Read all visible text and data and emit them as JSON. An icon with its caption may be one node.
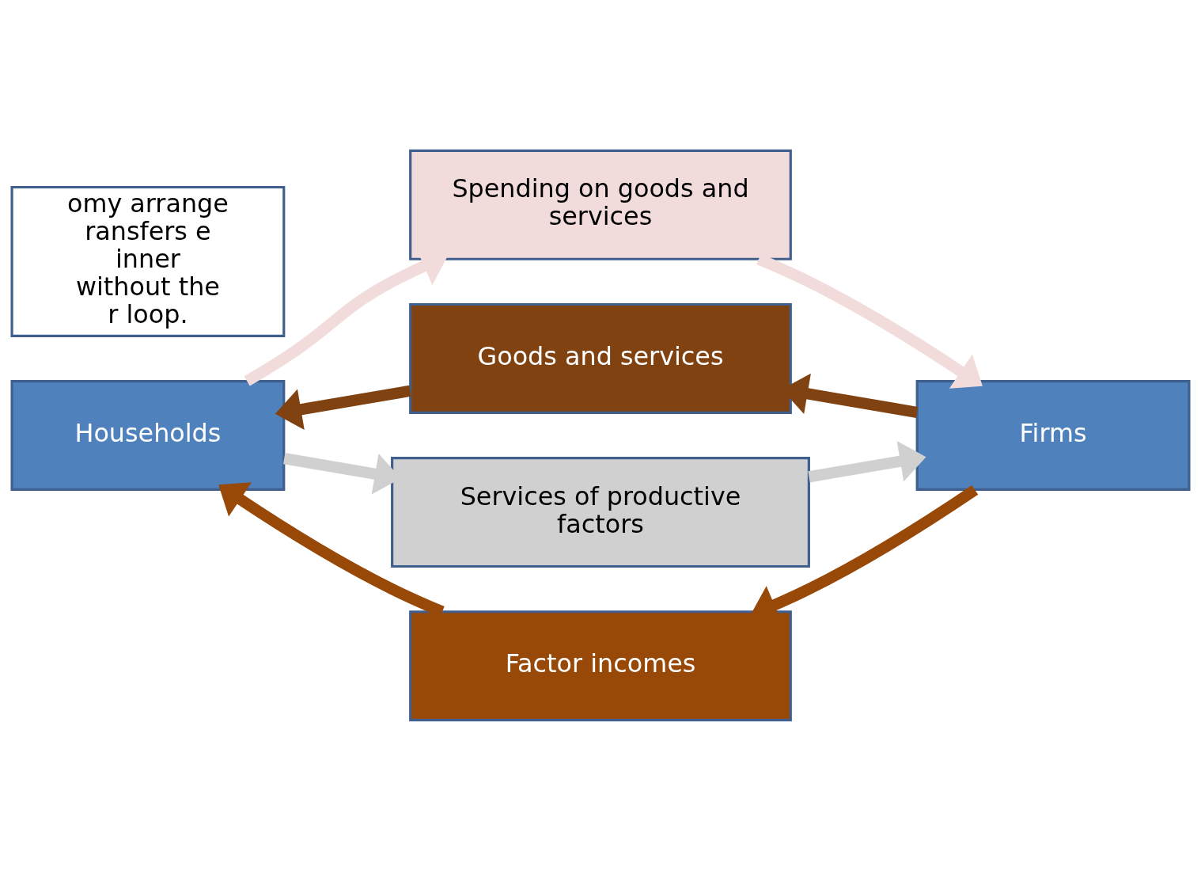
{
  "diagram": {
    "nodes": [
      {
        "text": [
          "omy arrange ransfers e inner without the r loop."
        ]
      },
      {
        "text": [
          "Spending on goods and services"
        ]
      },
      {
        "text": [
          "Goods and services"
        ]
      },
      {
        "text": [
          "Households"
        ]
      },
      {
        "text": [
          "Firms"
        ]
      },
      {
        "text": [
          "Services of productive factors"
        ]
      },
      {
        "text": [
          "Factor incomes"
        ]
      }
    ],
    "edges": [
      {
        "from": 3,
        "to": 1,
        "arrow": "to",
        "color": "#f2dcdb"
      },
      {
        "from": 1,
        "to": 4,
        "arrow": "to",
        "color": "#f2dcdb"
      },
      {
        "from": 4,
        "to": 2,
        "arrow": "to",
        "color": "#7f4210"
      },
      {
        "from": 2,
        "to": 3,
        "arrow": "to",
        "color": "#7f4210"
      },
      {
        "from": 3,
        "to": 5,
        "arrow": "to",
        "color": "#d0d0d0"
      },
      {
        "from": 5,
        "to": 4,
        "arrow": "to",
        "color": "#d0d0d0"
      },
      {
        "from": 4,
        "to": 6,
        "arrow": "to",
        "color": "#984807"
      },
      {
        "from": 6,
        "to": 3,
        "arrow": "to",
        "color": "#984807"
      }
    ]
  }
}
